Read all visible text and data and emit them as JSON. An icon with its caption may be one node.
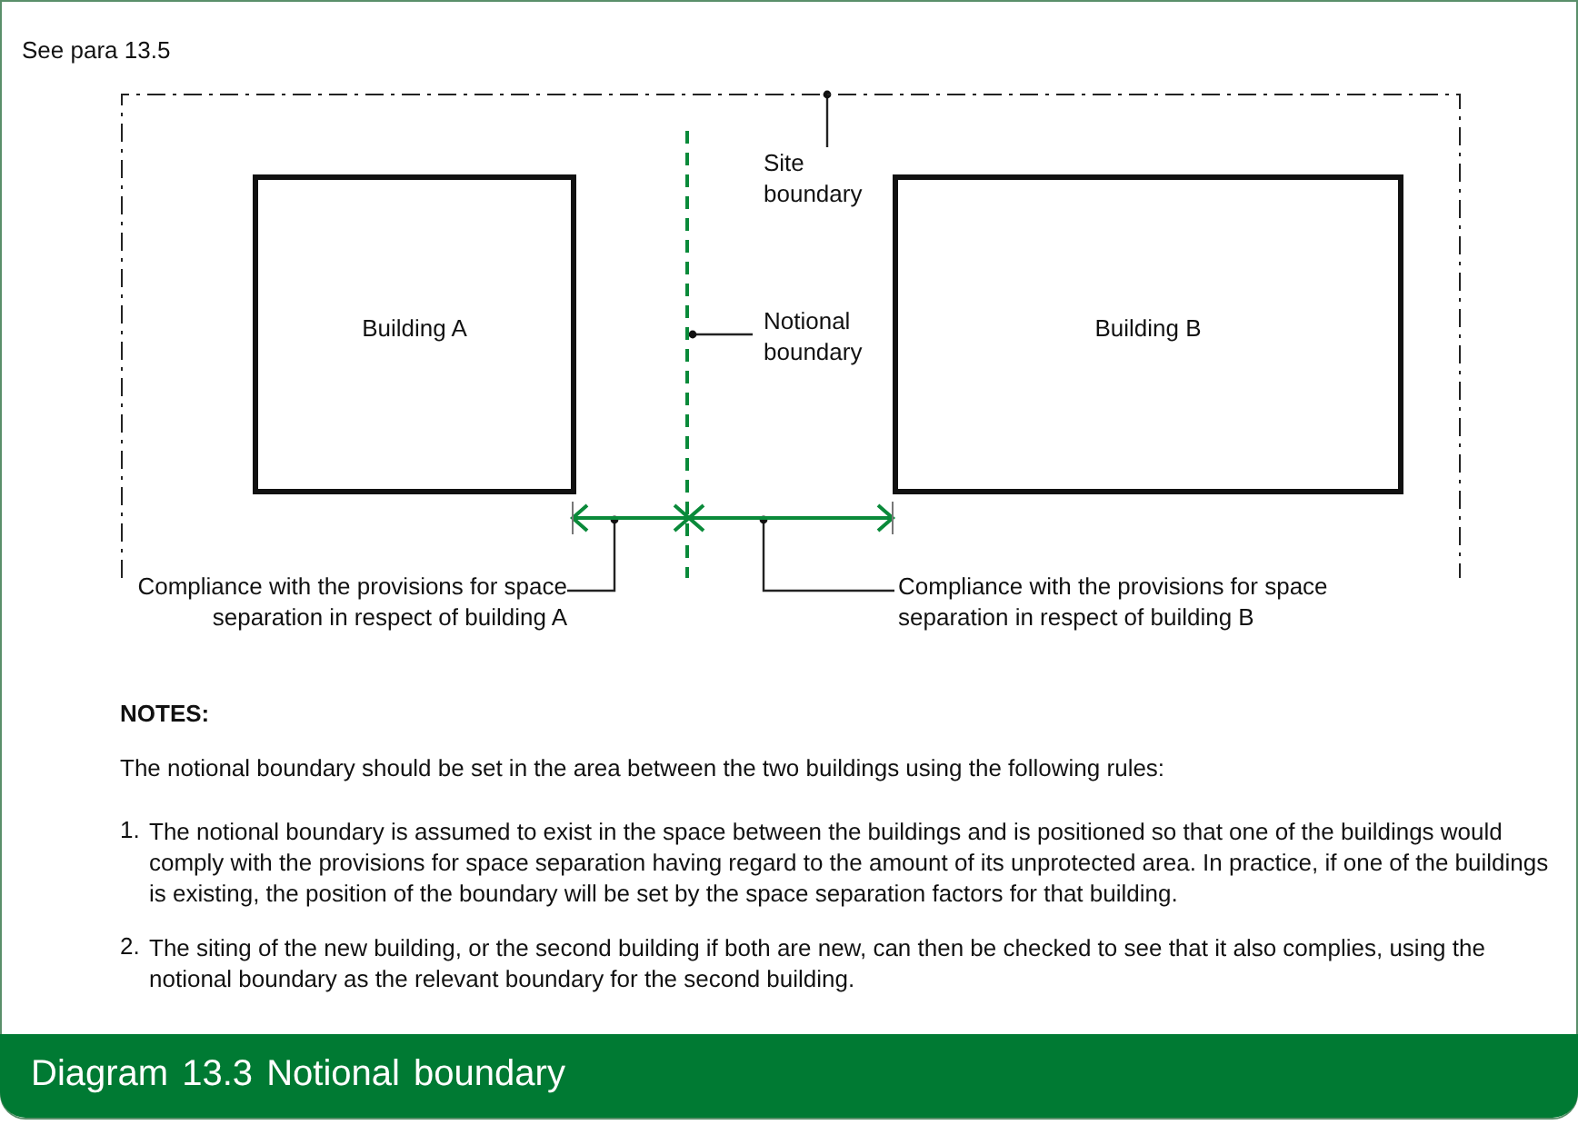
{
  "diagram": {
    "title": "Diagram 13.3 Notional boundary",
    "nodes": [
      {
        "text": [],
        "shape": "line"
      },
      {
        "text": [
          "Building A"
        ],
        "in": 0
      },
      {
        "text": [],
        "shape": "line",
        "in": 0
      },
      {
        "text": [
          "Building B"
        ],
        "in": 0
      },
      {
        "text": [
          "Site boundary"
        ],
        "in": 0
      },
      {
        "text": [
          "Notional boundary"
        ],
        "in": 0
      },
      {
        "text": [],
        "shape": "line",
        "in": 0
      },
      {
        "text": [],
        "shape": "line",
        "in": 0
      },
      {
        "text": [
          "Compliance with the provisions for space separation in respect of building A"
        ]
      },
      {
        "text": [
          "Compliance with the provisions for space separation in respect of building B"
        ]
      }
    ],
    "edges": [
      {
        "from": 4,
        "to": 0,
        "arrow": "other"
      },
      {
        "from": 5,
        "to": 2,
        "arrow": "other"
      },
      {
        "from": 8,
        "to": 6,
        "arrow": "other"
      },
      {
        "from": 9,
        "to": 7,
        "arrow": "other"
      }
    ],
    "labels": [
      "See para 13.5",
      "NOTES:",
      "The notional boundary should be set in the area between the two buildings using the following rules:",
      "1.",
      "The notional boundary is assumed to exist in the space between the buildings and is positioned so that one of the buildings would comply with the provisions for space separation having regard to the amount of its unprotected area. In practice, if one of the buildings is existing, the position of the boundary will be set by the space separation factors for that building.",
      "2.",
      "The siting of the new building, or the second building if both are new, can then be checked to see that it also complies, using the notional boundary as the relevant boundary for the second building."
    ]
  }
}
